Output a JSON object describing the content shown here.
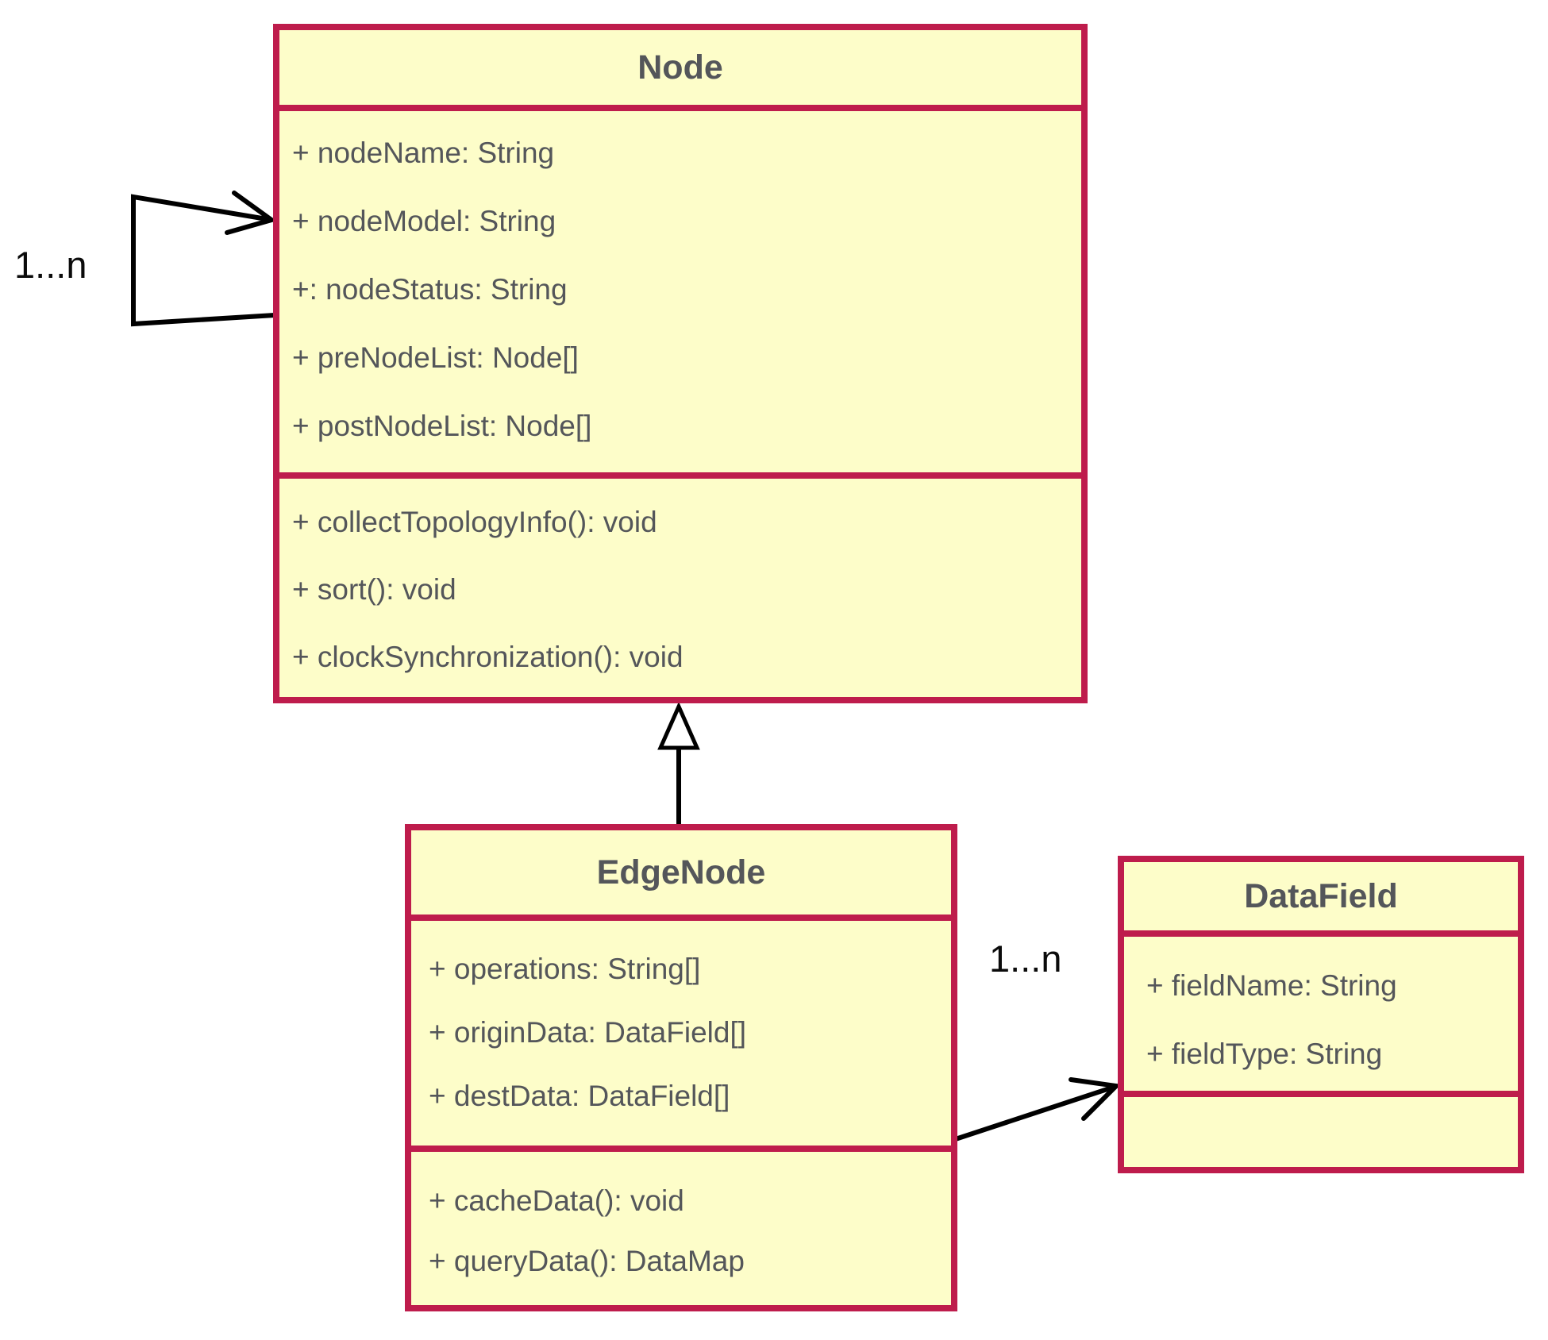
{
  "diagram": {
    "type": "uml-class-diagram",
    "colors": {
      "background": "#FFFFFF",
      "box_fill": "#FDFDC9",
      "box_border": "#BE1C4C",
      "text_color": "#54565A",
      "connector": "#000000",
      "multiplicity_color": "#0B0B0B"
    },
    "classes": [
      {
        "title": "Node",
        "attributes": [
          "+ nodeName: String",
          "+ nodeModel: String",
          "+: nodeStatus: String",
          "+ preNodeList: Node[]",
          "+ postNodeList: Node[]"
        ],
        "methods": [
          "+ collectTopologyInfo(): void",
          "+ sort(): void",
          "+ clockSynchronization(): void"
        ]
      },
      {
        "title": "EdgeNode",
        "attributes": [
          "+ operations: String[]",
          "+ originData: DataField[]",
          "+ destData: DataField[]"
        ],
        "methods": [
          "+ cacheData(): void",
          "+ queryData(): DataMap"
        ]
      },
      {
        "title": "DataField",
        "attributes": [
          "+ fieldName: String",
          "+ fieldType: String"
        ],
        "methods": []
      }
    ],
    "relationships": [
      {
        "type": "self-association",
        "from": "Node",
        "to": "Node",
        "label": "1...n",
        "arrowhead": "open"
      },
      {
        "type": "generalization",
        "from": "EdgeNode",
        "to": "Node",
        "label": "",
        "arrowhead": "hollow-triangle"
      },
      {
        "type": "association",
        "from": "EdgeNode",
        "to": "DataField",
        "label": "1...n",
        "arrowhead": "open"
      }
    ]
  }
}
